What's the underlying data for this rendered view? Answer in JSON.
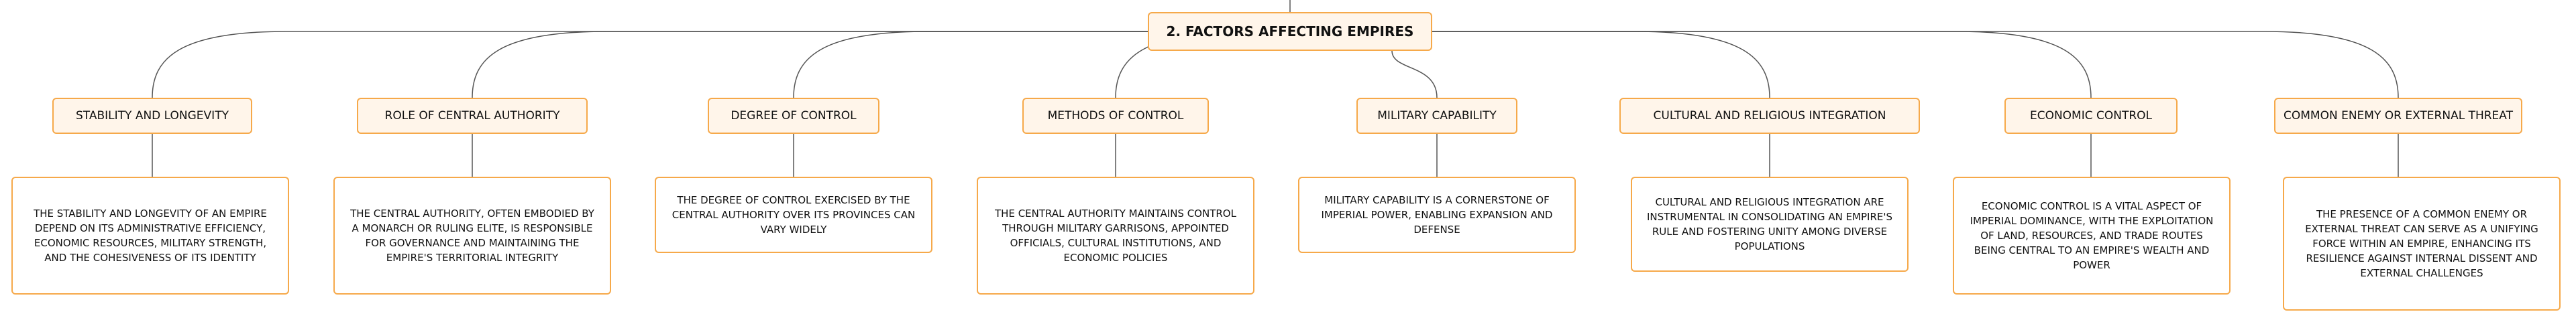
{
  "root": {
    "title": "2. FACTORS AFFECTING EMPIRES"
  },
  "colors": {
    "border": "#f6a94a",
    "fill": "#fff5ea",
    "line": "#555555"
  },
  "branches": [
    {
      "topic": "STABILITY AND LONGEVITY",
      "description": "THE STABILITY AND LONGEVITY OF AN EMPIRE DEPEND ON ITS ADMINISTRATIVE EFFICIENCY, ECONOMIC RESOURCES, MILITARY STRENGTH, AND THE COHESIVENESS OF ITS IDENTITY"
    },
    {
      "topic": "ROLE OF CENTRAL AUTHORITY",
      "description": "THE CENTRAL AUTHORITY, OFTEN EMBODIED BY A MONARCH OR RULING ELITE, IS RESPONSIBLE FOR GOVERNANCE AND MAINTAINING THE EMPIRE'S TERRITORIAL INTEGRITY"
    },
    {
      "topic": "DEGREE OF CONTROL",
      "description": "THE DEGREE OF CONTROL EXERCISED BY THE CENTRAL AUTHORITY OVER ITS PROVINCES CAN VARY WIDELY"
    },
    {
      "topic": "METHODS OF CONTROL",
      "description": "THE CENTRAL AUTHORITY MAINTAINS CONTROL THROUGH MILITARY GARRISONS, APPOINTED OFFICIALS, CULTURAL INSTITUTIONS, AND ECONOMIC POLICIES"
    },
    {
      "topic": "MILITARY CAPABILITY",
      "description": "MILITARY CAPABILITY IS A CORNERSTONE OF IMPERIAL POWER, ENABLING EXPANSION AND DEFENSE"
    },
    {
      "topic": "CULTURAL AND RELIGIOUS INTEGRATION",
      "description": "CULTURAL AND RELIGIOUS INTEGRATION ARE INSTRUMENTAL IN CONSOLIDATING AN EMPIRE'S RULE AND FOSTERING UNITY AMONG DIVERSE POPULATIONS"
    },
    {
      "topic": "ECONOMIC CONTROL",
      "description": "ECONOMIC CONTROL IS A VITAL ASPECT OF IMPERIAL DOMINANCE, WITH THE EXPLOITATION OF LAND, RESOURCES, AND TRADE ROUTES BEING CENTRAL TO AN EMPIRE'S WEALTH AND POWER"
    },
    {
      "topic": "COMMON ENEMY OR EXTERNAL THREAT",
      "description": "THE PRESENCE OF A COMMON ENEMY OR EXTERNAL THREAT CAN SERVE AS A UNIFYING FORCE WITHIN AN EMPIRE, ENHANCING ITS RESILIENCE AGAINST INTERNAL DISSENT AND EXTERNAL CHALLENGES"
    }
  ]
}
